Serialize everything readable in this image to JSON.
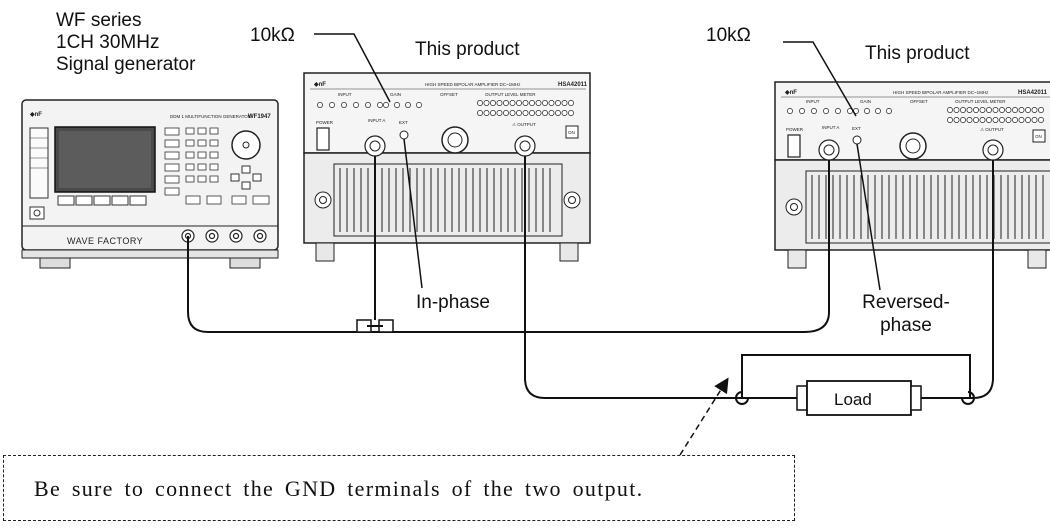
{
  "generator": {
    "caption": [
      "WF series",
      "1CH 30MHz",
      "Signal generator"
    ],
    "brand": "WAVE FACTORY",
    "model": "WF1947",
    "logo": "nF"
  },
  "amplifier_left": {
    "title": "This product",
    "resistor": "10kΩ",
    "phase": "In-phase",
    "header": "HIGH SPEED BIPOLAR AMPLIFIER DC~1MHz",
    "model": "HSA42011",
    "panel_labels": [
      "POWER",
      "INPUT A",
      "EXT",
      "OUTPUT",
      "OFFSET",
      "OUTPUT LEVEL METER",
      "GAIN",
      "INPUT",
      "ON"
    ]
  },
  "amplifier_right": {
    "title": "This product",
    "resistor": "10kΩ",
    "phase": "Reversed-\nphase",
    "phase_lines": [
      "Reversed-",
      "phase"
    ],
    "header": "HIGH SPEED BIPOLAR AMPLIFIER DC~1MHz",
    "model": "HSA42011"
  },
  "load": {
    "label": "Load"
  },
  "note": {
    "text": "Be sure to connect the GND terminals of the two output."
  },
  "colors": {
    "line": "#111111",
    "panel": "#f4f4f4",
    "body": "#ececec",
    "dark": "#333333"
  }
}
